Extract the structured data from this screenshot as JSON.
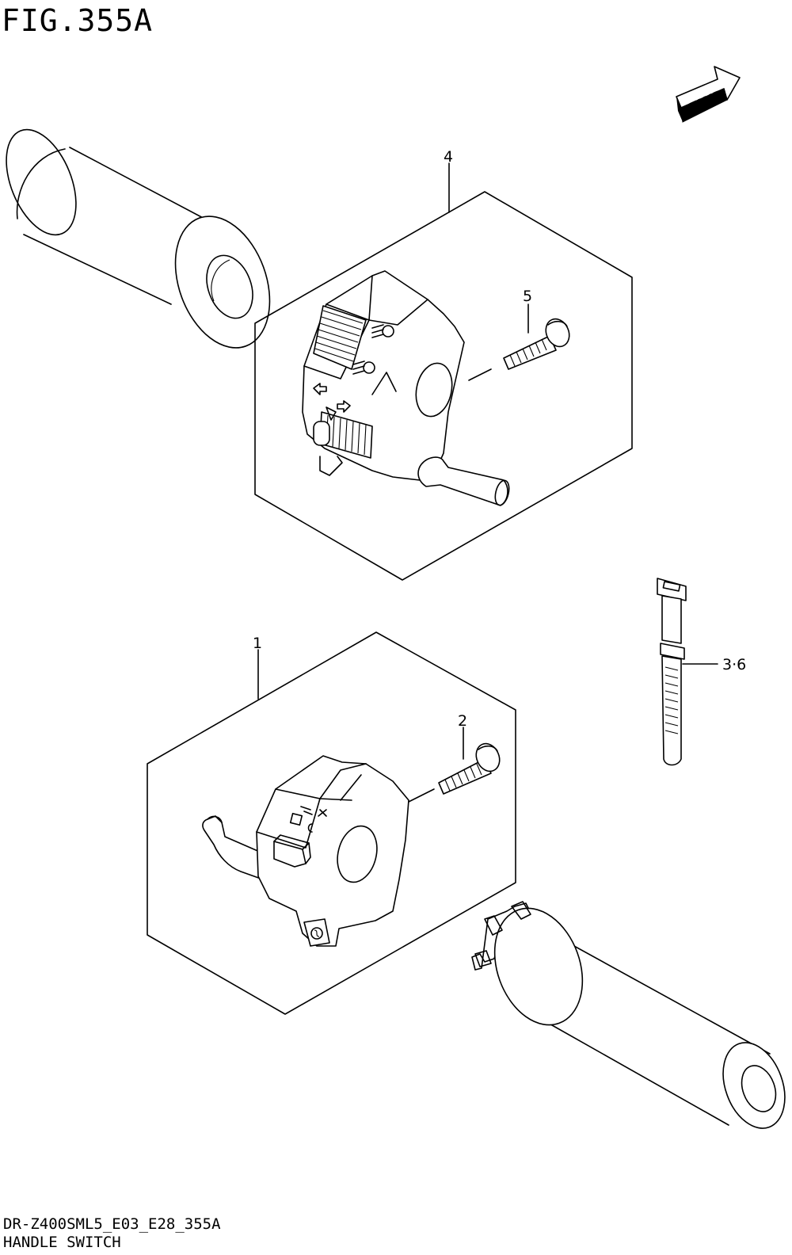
{
  "header": {
    "figure_title": "FIG.355A"
  },
  "direction_badge": {
    "label": "FWD"
  },
  "callouts": {
    "item_1": "1",
    "item_2": "2",
    "item_3_6": "3·6",
    "item_4": "4",
    "item_5": "5"
  },
  "footer": {
    "model_code": "DR-Z400SML5_E03_E28_355A",
    "section_name": "HANDLE SWITCH"
  },
  "icons": [
    "fwd-arrow-icon",
    "left-grip",
    "right-throttle-grip",
    "left-handle-switch",
    "right-handle-switch",
    "screw",
    "cable-tie"
  ]
}
